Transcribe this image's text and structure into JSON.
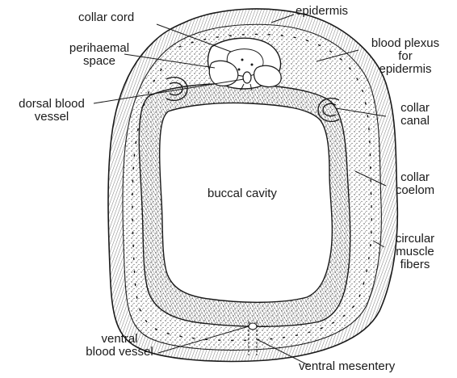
{
  "diagram": {
    "labels": {
      "collar_cord": "collar cord",
      "epidermis": "epidermis",
      "perihaemal_space": "perihaemal\nspace",
      "blood_plexus": "blood plexus\nfor\nepidermis",
      "dorsal_blood_vessel": "dorsal blood\nvessel",
      "collar_canal": "collar\ncanal",
      "buccal_cavity": "buccal cavity",
      "collar_coelom": "collar\ncoelom",
      "circular_muscle": "circular\nmuscle\nfibers",
      "ventral_blood_vessel": "ventral\nblood vessel",
      "ventral_mesentery": "ventral mesentery"
    },
    "colors": {
      "ink": "#1a1a1a",
      "background": "#ffffff",
      "stipple": "#555555"
    }
  }
}
